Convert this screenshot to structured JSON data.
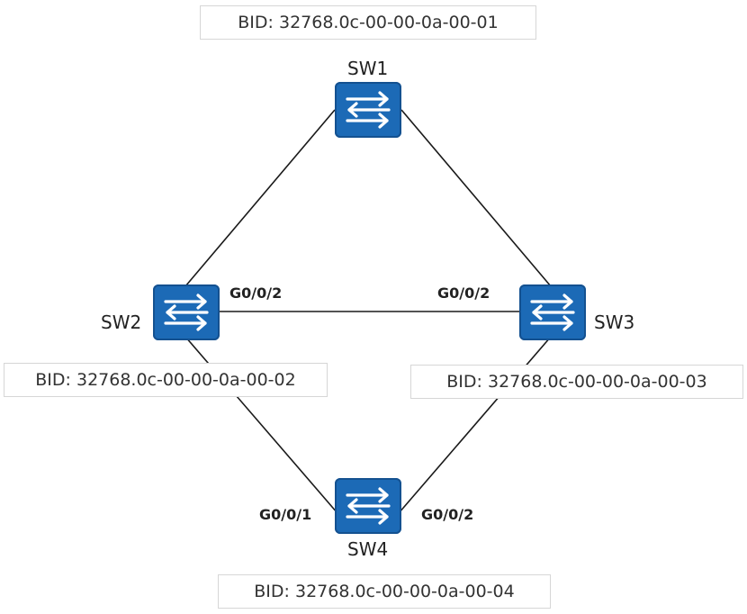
{
  "colors": {
    "switch_fill": "#1c6ab6",
    "link": "#1a1a1a",
    "box_border": "#d6d6d6"
  },
  "switches": {
    "sw1": {
      "name": "SW1",
      "bid": "BID: 32768.0c-00-00-0a-00-01",
      "icon": "switch-icon"
    },
    "sw2": {
      "name": "SW2",
      "bid": "BID: 32768.0c-00-00-0a-00-02",
      "icon": "switch-icon"
    },
    "sw3": {
      "name": "SW3",
      "bid": "BID: 32768.0c-00-00-0a-00-03",
      "icon": "switch-icon"
    },
    "sw4": {
      "name": "SW4",
      "bid": "BID: 32768.0c-00-00-0a-00-04",
      "icon": "switch-icon"
    }
  },
  "ports": {
    "sw2_to_sw3": "G0/0/2",
    "sw3_to_sw2": "G0/0/2",
    "sw4_to_sw2": "G0/0/1",
    "sw4_to_sw3": "G0/0/2"
  },
  "links": [
    {
      "from": "SW1",
      "to": "SW2"
    },
    {
      "from": "SW1",
      "to": "SW3"
    },
    {
      "from": "SW2",
      "to": "SW3"
    },
    {
      "from": "SW2",
      "to": "SW4"
    },
    {
      "from": "SW3",
      "to": "SW4"
    }
  ]
}
